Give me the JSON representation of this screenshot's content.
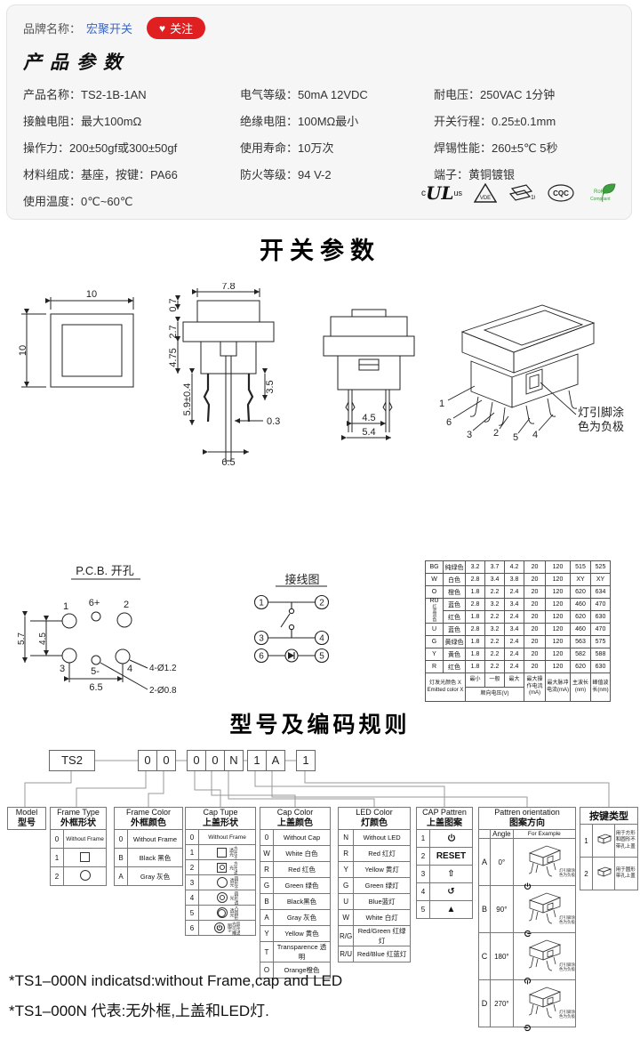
{
  "header": {
    "brand_label": "品牌名称：",
    "brand_name": "宏聚开关",
    "follow": "关注",
    "heart": "♥",
    "accent_red": "#e02020",
    "link_blue": "#3a66c4"
  },
  "product": {
    "title": "产品参数",
    "col1": [
      "产品名称：TS2-1B-1AN",
      "接触电阻：最大100mΩ",
      "操作力：200±50gf或300±50gf",
      "材料组成：基座，按键：PA66",
      "使用温度：0℃~60℃"
    ],
    "col2": [
      "电气等级：50mA  12VDC",
      "绝缘电阻：100MΩ最小",
      "使用寿命：10万次",
      "防火等级：94 V-2"
    ],
    "col3": [
      "耐电压：250VAC  1分钟",
      "开关行程：0.25±0.1mm",
      "焊锡性能：260±5℃  5秒",
      "端子：黄铜镀银"
    ],
    "certs": {
      "ul_c": "c",
      "ul": "UL",
      "ul_us": "us",
      "vde": "VDE",
      "tuv": "10",
      "cqc": "CQC",
      "rohs1": "RoHS",
      "rohs2": "Compliant"
    }
  },
  "switch_section": {
    "title": "开关参数"
  },
  "drawings": {
    "top": {
      "w": "10",
      "h": "10"
    },
    "side": {
      "d_78": "7.8",
      "d_07": "0.7",
      "d_27": "2.7",
      "d_475": "4.75",
      "d_59": "5.9±0.4",
      "d_35": "3.5",
      "d_03": "0.3",
      "d_65": "6.5"
    },
    "front": {
      "d_45": "4.5",
      "d_54": "5.4"
    },
    "iso": {
      "pins": [
        "1",
        "6",
        "3",
        "2",
        "5",
        "4"
      ],
      "note1": "灯引脚涂",
      "note2": "色为负极"
    }
  },
  "pcb": {
    "title": "P.C.B.  开孔",
    "labels": [
      "1",
      "6+",
      "2",
      "3",
      "5-",
      "4"
    ],
    "d_57": "5.7",
    "d_45": "4.5",
    "d_65": "6.5",
    "hole_big": "4-Ø1.2",
    "hole_small": "2-Ø0.8"
  },
  "wiring": {
    "title": "接线图",
    "pins": [
      "1",
      "2",
      "3",
      "4",
      "6",
      "5"
    ]
  },
  "led_table": {
    "ru_sublabel": "红蓝双色",
    "rows": [
      [
        "BG",
        "纯绿色",
        "3.2",
        "3.7",
        "4.2",
        "20",
        "120",
        "515",
        "525"
      ],
      [
        "W",
        "白色",
        "2.8",
        "3.4",
        "3.8",
        "20",
        "120",
        "XY",
        "XY"
      ],
      [
        "O",
        "橙色",
        "1.8",
        "2.2",
        "2.4",
        "20",
        "120",
        "620",
        "634"
      ],
      [
        "RU",
        "蓝色",
        "2.8",
        "3.2",
        "3.4",
        "20",
        "120",
        "460",
        "470"
      ],
      [
        "",
        "红色",
        "1.8",
        "2.2",
        "2.4",
        "20",
        "120",
        "620",
        "630"
      ],
      [
        "U",
        "蓝色",
        "2.8",
        "3.2",
        "3.4",
        "20",
        "120",
        "460",
        "470"
      ],
      [
        "G",
        "黄绿色",
        "1.8",
        "2.2",
        "2.4",
        "20",
        "120",
        "563",
        "575"
      ],
      [
        "Y",
        "黄色",
        "1.8",
        "2.2",
        "2.4",
        "20",
        "120",
        "582",
        "588"
      ],
      [
        "R",
        "红色",
        "1.8",
        "2.2",
        "2.4",
        "20",
        "120",
        "620",
        "630"
      ]
    ],
    "footer": {
      "cn": "灯发光颜色 X",
      "en": "Emitted color X",
      "min": "最小",
      "typ": "一般",
      "max": "最大",
      "vf": "顺向电压(V)",
      "iop": "最大操作电流(mA)",
      "ipk": "最大脉冲电流(mA)",
      "wl_dom": "主波长(nm)",
      "wl_peak": "峰值波长(nm)"
    }
  },
  "coding": {
    "title": "型号及编码规则",
    "boxes": [
      [
        "TS2"
      ],
      [
        "0",
        "0"
      ],
      [
        "0",
        "0",
        "N"
      ],
      [
        "1",
        "A"
      ],
      [
        "1"
      ]
    ]
  },
  "tables": {
    "model": {
      "en": "Model",
      "cn": "型号"
    },
    "frame_type": {
      "en": "Frame Type",
      "cn": "外框形状",
      "rows": [
        {
          "code": "0",
          "label": "Without Frame",
          "icon": ""
        },
        {
          "code": "1",
          "label": "",
          "icon": "square"
        },
        {
          "code": "2",
          "label": "",
          "icon": "circle"
        }
      ]
    },
    "frame_color": {
      "en": "Frame Color",
      "cn": "外框颜色",
      "rows": [
        {
          "code": "0",
          "label": "Without Frame"
        },
        {
          "code": "B",
          "label": "Black 黑色"
        },
        {
          "code": "A",
          "label": "Gray 灰色"
        }
      ]
    },
    "cap_type": {
      "en": "Cap Tupe",
      "cn": "上盖形状",
      "rows": [
        {
          "code": "0",
          "label": "Without Frame",
          "icon": "",
          "note": ""
        },
        {
          "code": "1",
          "label": "",
          "icon": "square",
          "note": "方形不透光"
        },
        {
          "code": "2",
          "label": "",
          "icon": "square-dot",
          "note": "方形透光"
        },
        {
          "code": "3",
          "label": "",
          "icon": "circle",
          "note": "圆形不透光"
        },
        {
          "code": "4",
          "label": "",
          "icon": "circle-dot",
          "note": "圆形透光"
        },
        {
          "code": "5",
          "label": "",
          "icon": "circle-ring",
          "note": "凸圆形透光"
        },
        {
          "code": "6",
          "label": "",
          "icon": "circle-power",
          "note": "圆形透光可雕图字"
        }
      ]
    },
    "cap_color": {
      "en": "Cap Color",
      "cn": "上盖颜色",
      "rows": [
        [
          "0",
          "Without Cap"
        ],
        [
          "W",
          "White 白色"
        ],
        [
          "R",
          "Red 红色"
        ],
        [
          "G",
          "Green 绿色"
        ],
        [
          "B",
          "Black黑色"
        ],
        [
          "A",
          "Gray 灰色"
        ],
        [
          "Y",
          "Yellow 黄色"
        ],
        [
          "T",
          "Transparence 透明"
        ],
        [
          "O",
          "Orange橙色"
        ]
      ]
    },
    "led_color": {
      "en": "LED Color",
      "cn": "灯颜色",
      "rows": [
        [
          "N",
          "Without LED"
        ],
        [
          "R",
          "Red 红灯"
        ],
        [
          "Y",
          "Yellow 黄灯"
        ],
        [
          "G",
          "Green 绿灯"
        ],
        [
          "U",
          "Blue蓝灯"
        ],
        [
          "W",
          "White 白灯"
        ],
        [
          "R/G",
          "Red/Green 红绿灯"
        ],
        [
          "R/U",
          "Red/Blue 红蓝灯"
        ]
      ]
    },
    "cap_pattern": {
      "en": "CAP Pattren",
      "cn": "上盖图案",
      "rows": [
        [
          "1",
          "power-icon"
        ],
        [
          "2",
          "RESET"
        ],
        [
          "3",
          "⇧"
        ],
        [
          "4",
          "↺"
        ],
        [
          "5",
          "▲"
        ]
      ]
    },
    "orientation": {
      "en": "Pattren orientation",
      "cn": "图案方向",
      "col_angle": "Angle",
      "col_example": "For Example",
      "note1": "灯引脚涂",
      "note2": "色为负极",
      "rows": [
        [
          "A",
          "0°"
        ],
        [
          "B",
          "90°"
        ],
        [
          "C",
          "180°"
        ],
        [
          "D",
          "270°"
        ]
      ]
    },
    "key_type": {
      "cn": "按键类型",
      "rows": [
        [
          "1",
          "用于方形和圆形不带孔上盖"
        ],
        [
          "2",
          "用于圆形带孔上盖"
        ]
      ]
    }
  },
  "footnotes": [
    "*TS1–000N indicatsd:without Frame,cap and LED",
    "*TS1–000N 代表:无外框,上盖和LED灯."
  ]
}
